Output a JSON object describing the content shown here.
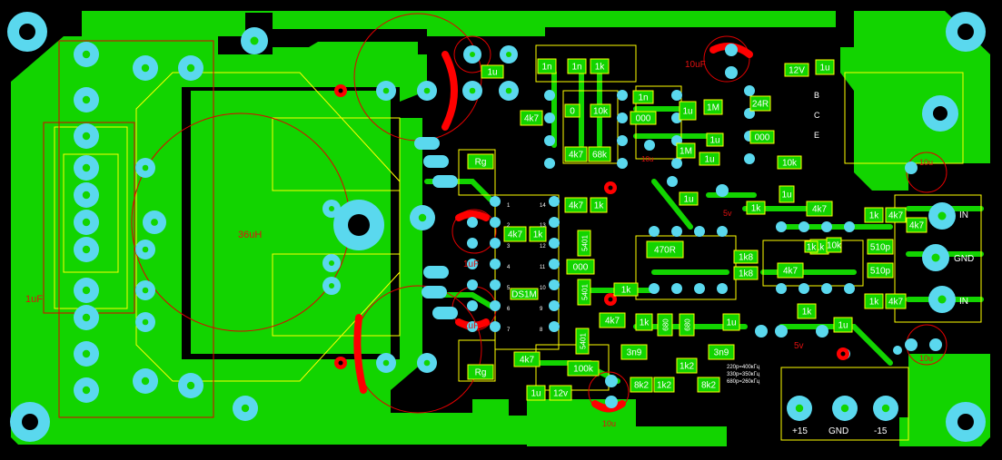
{
  "colors": {
    "background": "#000000",
    "copper": "#12d400",
    "pad": "#5ad8ee",
    "silkscreen": "#ffff00",
    "outline_red": "#e00000",
    "marker_red": "#ff0000",
    "label_red": "#e01010",
    "hole": "#000000"
  },
  "icons": {
    "mounting_hole": "mounting-hole-icon",
    "pad": "pad-icon",
    "via": "via-icon"
  },
  "labels": {
    "inductor": "36uH",
    "cap_left": "1uF",
    "cap_top_right": "10uF",
    "cap_mid1": "1uF",
    "cap_mid2": "1uF",
    "rg_top": "Rg",
    "rg_bottom": "Rg",
    "r_1n_a": "1n",
    "r_1n_b": "1n",
    "r_1k_top": "1k",
    "r_1u_top": "1u",
    "r_4k7_a": "4k7",
    "r_0": "0",
    "r_10k": "10k",
    "r_1n_c": "1n",
    "r_000_a": "000",
    "r_1u_b": "1u",
    "r_1M_a": "1M",
    "r_1M_b": "1M",
    "r_1u_c": "1u",
    "r_1u_d": "1u",
    "r_24R": "24R",
    "r_000_b": "000",
    "r_12V": "12V",
    "r_1u_e": "1u",
    "r_4k7_b": "4k7",
    "r_68k": "68k",
    "r_10k_b": "10k",
    "r_4k7_c": "4k7",
    "r_1k_c": "1k",
    "r_4k7_d": "4k7",
    "r_1k_d": "1k",
    "r_1u_f": "1u",
    "r_5401_a": "5401",
    "r_000_c": "000",
    "r_5401_b": "5401",
    "r_ds1m": "DS1M",
    "r_470R": "470R",
    "r_1k_e": "1k",
    "r_1k8_a": "1k8",
    "r_1k8_b": "1k8",
    "r_1k_f": "1k",
    "r_4k7_e": "4k7",
    "r_5401_c": "5401",
    "r_4k7_f": "4k7",
    "r_100k": "100k",
    "r_1u_g": "1u",
    "r_12v_b": "12v",
    "r_1k_g": "1k",
    "r_680_a": "680",
    "r_680_b": "680",
    "r_1u_h": "1u",
    "r_3n9_a": "3n9",
    "r_3n9_b": "3n9",
    "r_8k2_a": "8k2",
    "r_1k2_a": "1k2",
    "r_1k2_b": "1k2",
    "r_8k2_b": "8k2",
    "r_1k_h": "1k",
    "r_4k7_g": "4k7",
    "r_1k_i": "1k",
    "r_4k7_h": "4k7",
    "r_4k7_i": "4k7",
    "r_510p_a": "510p",
    "r_510p_b": "510p",
    "r_4k7_j": "4k7",
    "r_1k_j": "1k",
    "r_4k7_k": "4k7",
    "r_1k_k": "1k",
    "r_1k_l": "1k",
    "r_1u_i": "1u",
    "r_10k_c": "10k",
    "r_1k_m": "1k",
    "r_1u_j": "1u",
    "v_5v_a": "5v",
    "v_5v_b": "5v",
    "cap_10u_a": "10u",
    "cap_10u_b": "10u",
    "cap_10u_c": "10u",
    "cap_10u_d": "10u",
    "conn_in_top": "IN",
    "conn_gnd": "GND",
    "conn_in_bottom": "IN",
    "pwr_plus15": "+15",
    "pwr_gnd": "GND",
    "pwr_minus15": "-15",
    "conn_b": "B",
    "conn_c": "C",
    "conn_e": "E",
    "note_line1": "220p=400кГц",
    "note_line2": "330p=350кГц",
    "note_line3": "680p=260кГц",
    "pin_14": "14",
    "pin_13": "13",
    "pin_12": "12",
    "pin_11": "11",
    "pin_10": "10",
    "pin_9": "9",
    "pin_8": "8",
    "pin_1": "1",
    "pin_2": "2",
    "pin_3": "3",
    "pin_4": "4",
    "pin_5": "5",
    "pin_6": "6",
    "pin_7": "7"
  }
}
